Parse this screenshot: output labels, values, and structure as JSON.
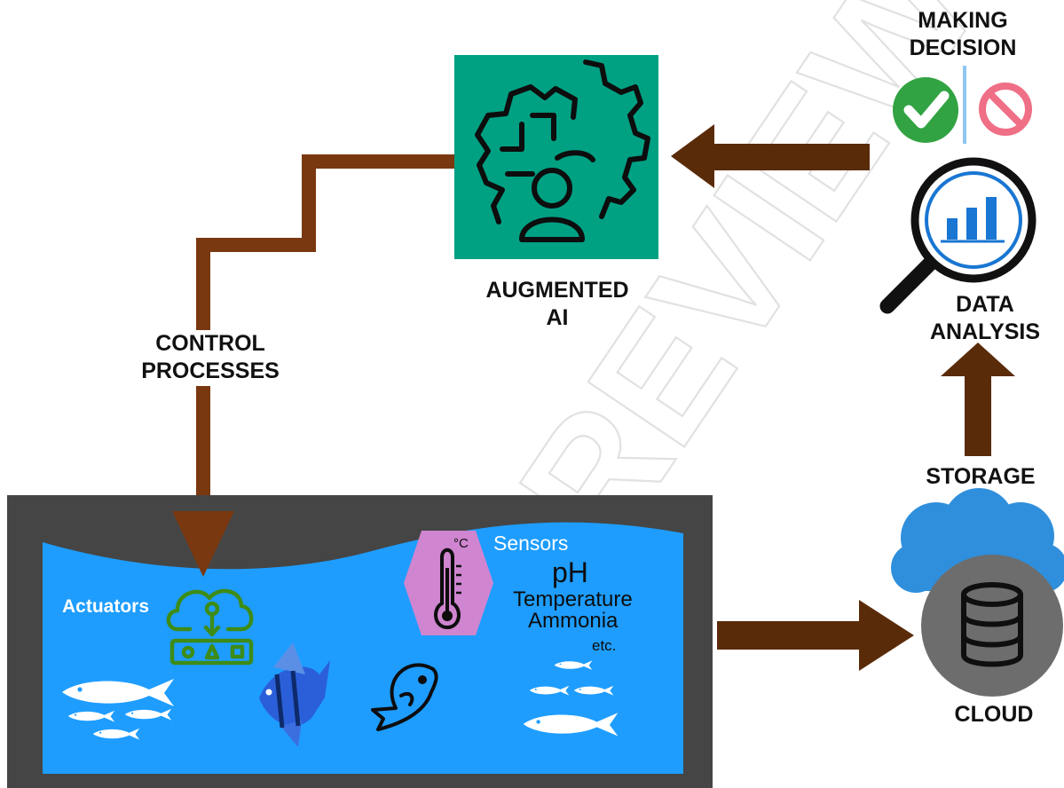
{
  "labels": {
    "augmented_ai": [
      "AUGMENTED",
      "AI"
    ],
    "control_processes": [
      "CONTROL",
      "PROCESSES"
    ],
    "making_decision": [
      "MAKING",
      "DECISION"
    ],
    "data_analysis": [
      "DATA",
      "ANALYSIS"
    ],
    "storage": "STORAGE",
    "cloud": "CLOUD"
  },
  "tank": {
    "actuators": "Actuators",
    "sensors_title": "Sensors",
    "ph": "pH",
    "temperature": "Temperature",
    "ammonia": "Ammonia",
    "etc": "etc.",
    "thermometer_unit": "°C"
  },
  "watermark": "REVIEW",
  "colors": {
    "arrow_brown": "#5a2b09",
    "stair_brown": "#7a3810",
    "ai_box_green": "#00a083",
    "tank_frame": "#454545",
    "water_blue": "#1e9dff",
    "sensor_hexagon": "#cf85cf",
    "cloud_blue": "#2f8fdc",
    "database_gray": "#6d6d6d",
    "check_green": "#32a343",
    "stop_pink": "#ef6f86",
    "magnifier_blue": "#1976d2",
    "actuator_green": "#3d8c18",
    "watermark_gray": "#dcdcdc"
  },
  "icons": [
    "brain-gear-person-icon",
    "check-circle-icon",
    "stop-circle-icon",
    "magnifier-chart-icon",
    "cloud-icon",
    "database-icon",
    "thermometer-icon",
    "actuator-cloud-device-icon",
    "fish-icon",
    "angelfish-icon",
    "fish-outline-icon"
  ]
}
